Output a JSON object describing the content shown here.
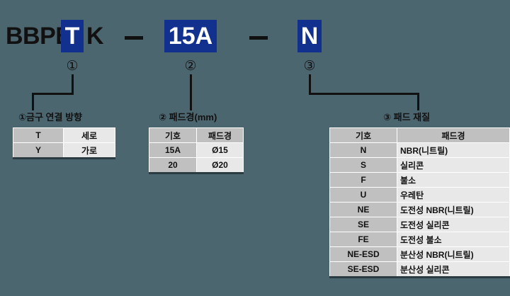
{
  "background_color": "#4c6670",
  "accent_color": "#12308e",
  "part_number": {
    "prefix": "BBPB",
    "highlight_1": "T",
    "middle": "K",
    "dash_1": "–",
    "highlight_2": "15A",
    "dash_2": "–",
    "highlight_3": "N"
  },
  "markers": {
    "one": "①",
    "two": "②",
    "three": "③"
  },
  "groups": [
    {
      "caption": "①금구 연결 방향",
      "has_header": false,
      "headers": [],
      "rows": [
        [
          "T",
          "세로"
        ],
        [
          "Y",
          "가로"
        ]
      ]
    },
    {
      "caption": "② 패드경(mm)",
      "has_header": true,
      "headers": [
        "기호",
        "패드경"
      ],
      "rows": [
        [
          "15A",
          "Ø15"
        ],
        [
          "20",
          "Ø20"
        ]
      ]
    },
    {
      "caption": "③ 패드 재질",
      "has_header": true,
      "headers": [
        "기호",
        "패드경"
      ],
      "rows": [
        [
          "N",
          "NBR(니트릴)"
        ],
        [
          "S",
          "실리콘"
        ],
        [
          "F",
          "불소"
        ],
        [
          "U",
          "우레탄"
        ],
        [
          "NE",
          "도전성 NBR(니트릴)"
        ],
        [
          "SE",
          "도전성 실리콘"
        ],
        [
          "FE",
          "도전성 불소"
        ],
        [
          "NE-ESD",
          "분산성 NBR(니트릴)"
        ],
        [
          "SE-ESD",
          "분산성 실리콘"
        ]
      ]
    }
  ]
}
